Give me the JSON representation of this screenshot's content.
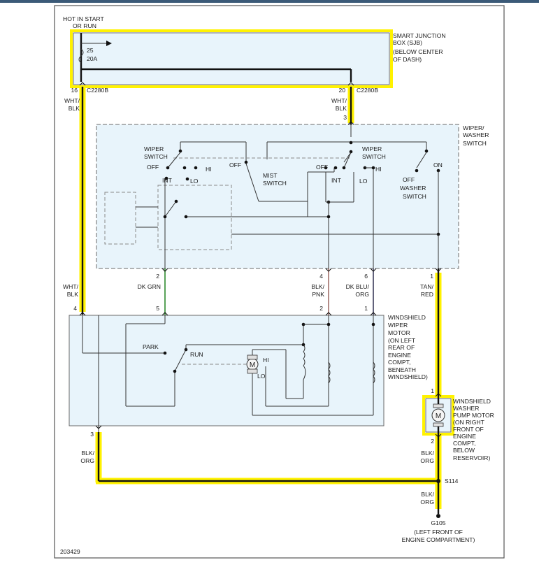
{
  "diagram_id": "203429",
  "power": {
    "hot": "HOT IN START",
    "hot2": "OR RUN",
    "fuse_num": "25",
    "fuse_amp": "20A"
  },
  "sjb": {
    "l1": "SMART JUNCTION",
    "l2": "BOX (SJB)",
    "l3": "(BELOW CENTER",
    "l4": "OF DASH)"
  },
  "sjb_pins": {
    "left_pin": "16",
    "left_conn": "C2280B",
    "right_pin": "20",
    "right_conn": "C2280B"
  },
  "wire_colors": {
    "wht_blk_1": "WHT/",
    "wht_blk_2": "BLK",
    "dk_grn": "DK GRN",
    "blk_pnk_1": "BLK/",
    "blk_pnk_2": "PNK",
    "dk_blu_org_1": "DK BLU/",
    "dk_blu_org_2": "ORG",
    "tan_red_1": "TAN/",
    "tan_red_2": "RED",
    "blk_org_1": "BLK/",
    "blk_org_2": "ORG"
  },
  "wiper_washer_switch": {
    "title1": "WIPER/",
    "title2": "WASHER",
    "title3": "SWITCH",
    "wiper_switch_1": "WIPER",
    "wiper_switch_2": "SWITCH",
    "off": "OFF",
    "hi": "HI",
    "int": "INT",
    "lo": "LO",
    "mist1": "MIST",
    "mist2": "SWITCH",
    "washer_off": "OFF",
    "washer_on": "ON",
    "washer1": "WASHER",
    "washer2": "SWITCH",
    "pins": [
      "3",
      "2",
      "4",
      "6",
      "1"
    ]
  },
  "wiper_motor": {
    "l1": "WINDSHIELD",
    "l2": "WIPER",
    "l3": "MOTOR",
    "l4": "(ON LEFT",
    "l5": "REAR OF",
    "l6": "ENGINE",
    "l7": "COMPT,",
    "l8": "BENEATH",
    "l9": "WINDSHIELD)",
    "park": "PARK",
    "run": "RUN",
    "hi": "HI",
    "lo": "LO",
    "motor": "M",
    "pins": [
      "4",
      "5",
      "2",
      "1",
      "3"
    ]
  },
  "washer_pump": {
    "l1": "WINDSHIELD",
    "l2": "WASHER",
    "l3": "PUMP MOTOR",
    "l4": "(ON RIGHT",
    "l5": "FRONT OF",
    "l6": "ENGINE",
    "l7": "COMPT,",
    "l8": "BELOW",
    "l9": "RESERVOIR)",
    "motor": "M",
    "pin_top": "1",
    "pin_bottom": "2"
  },
  "splice": "S114",
  "ground": {
    "id": "G105",
    "l1": "(LEFT FRONT OF",
    "l2": "ENGINE COMPARTMENT)"
  }
}
